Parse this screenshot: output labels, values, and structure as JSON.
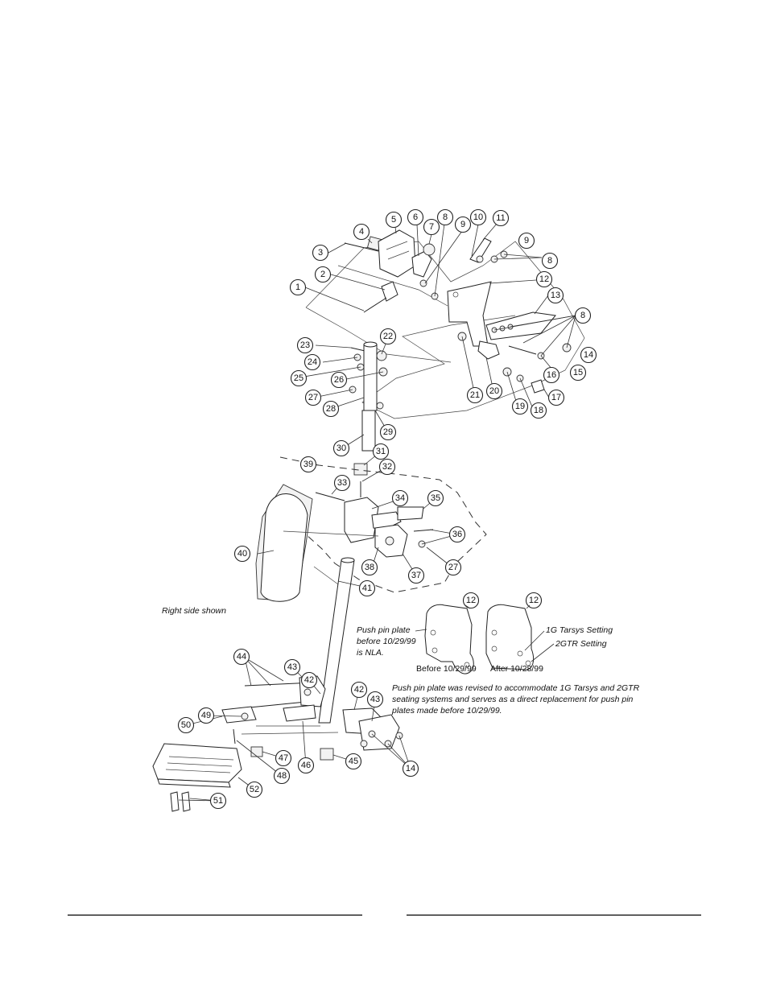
{
  "callouts": [
    {
      "n": "1"
    },
    {
      "n": "2"
    },
    {
      "n": "3"
    },
    {
      "n": "4"
    },
    {
      "n": "5"
    },
    {
      "n": "6"
    },
    {
      "n": "7"
    },
    {
      "n": "8"
    },
    {
      "n": "9"
    },
    {
      "n": "10"
    },
    {
      "n": "11"
    },
    {
      "n": "9"
    },
    {
      "n": "8"
    },
    {
      "n": "12"
    },
    {
      "n": "13"
    },
    {
      "n": "8"
    },
    {
      "n": "14"
    },
    {
      "n": "15"
    },
    {
      "n": "16"
    },
    {
      "n": "17"
    },
    {
      "n": "18"
    },
    {
      "n": "19"
    },
    {
      "n": "20"
    },
    {
      "n": "21"
    },
    {
      "n": "22"
    },
    {
      "n": "23"
    },
    {
      "n": "24"
    },
    {
      "n": "25"
    },
    {
      "n": "26"
    },
    {
      "n": "27"
    },
    {
      "n": "28"
    },
    {
      "n": "29"
    },
    {
      "n": "30"
    },
    {
      "n": "31"
    },
    {
      "n": "32"
    },
    {
      "n": "33"
    },
    {
      "n": "39"
    },
    {
      "n": "34"
    },
    {
      "n": "35"
    },
    {
      "n": "36"
    },
    {
      "n": "27"
    },
    {
      "n": "37"
    },
    {
      "n": "38"
    },
    {
      "n": "40"
    },
    {
      "n": "41"
    },
    {
      "n": "12"
    },
    {
      "n": "12"
    },
    {
      "n": "44"
    },
    {
      "n": "43"
    },
    {
      "n": "42"
    },
    {
      "n": "42"
    },
    {
      "n": "43"
    },
    {
      "n": "49"
    },
    {
      "n": "50"
    },
    {
      "n": "47"
    },
    {
      "n": "48"
    },
    {
      "n": "46"
    },
    {
      "n": "45"
    },
    {
      "n": "14"
    },
    {
      "n": "52"
    },
    {
      "n": "51"
    }
  ],
  "notes": {
    "right_side": "Right side shown",
    "push_pin_line1": "Push pin plate",
    "push_pin_line2": "before 10/29/99",
    "push_pin_line3": "is NLA.",
    "before_caption": "Before 10/29/99",
    "after_caption": "After 10/28/99",
    "setting_1g": "1G Tarsys Setting",
    "setting_2gtr": "2GTR Setting",
    "revision_line1": "Push pin plate was revised to accommodate 1G Tarsys and 2GTR",
    "revision_line2": "seating systems and serves as a direct replacement for push pin",
    "revision_line3": "plates made before 10/29/99."
  }
}
